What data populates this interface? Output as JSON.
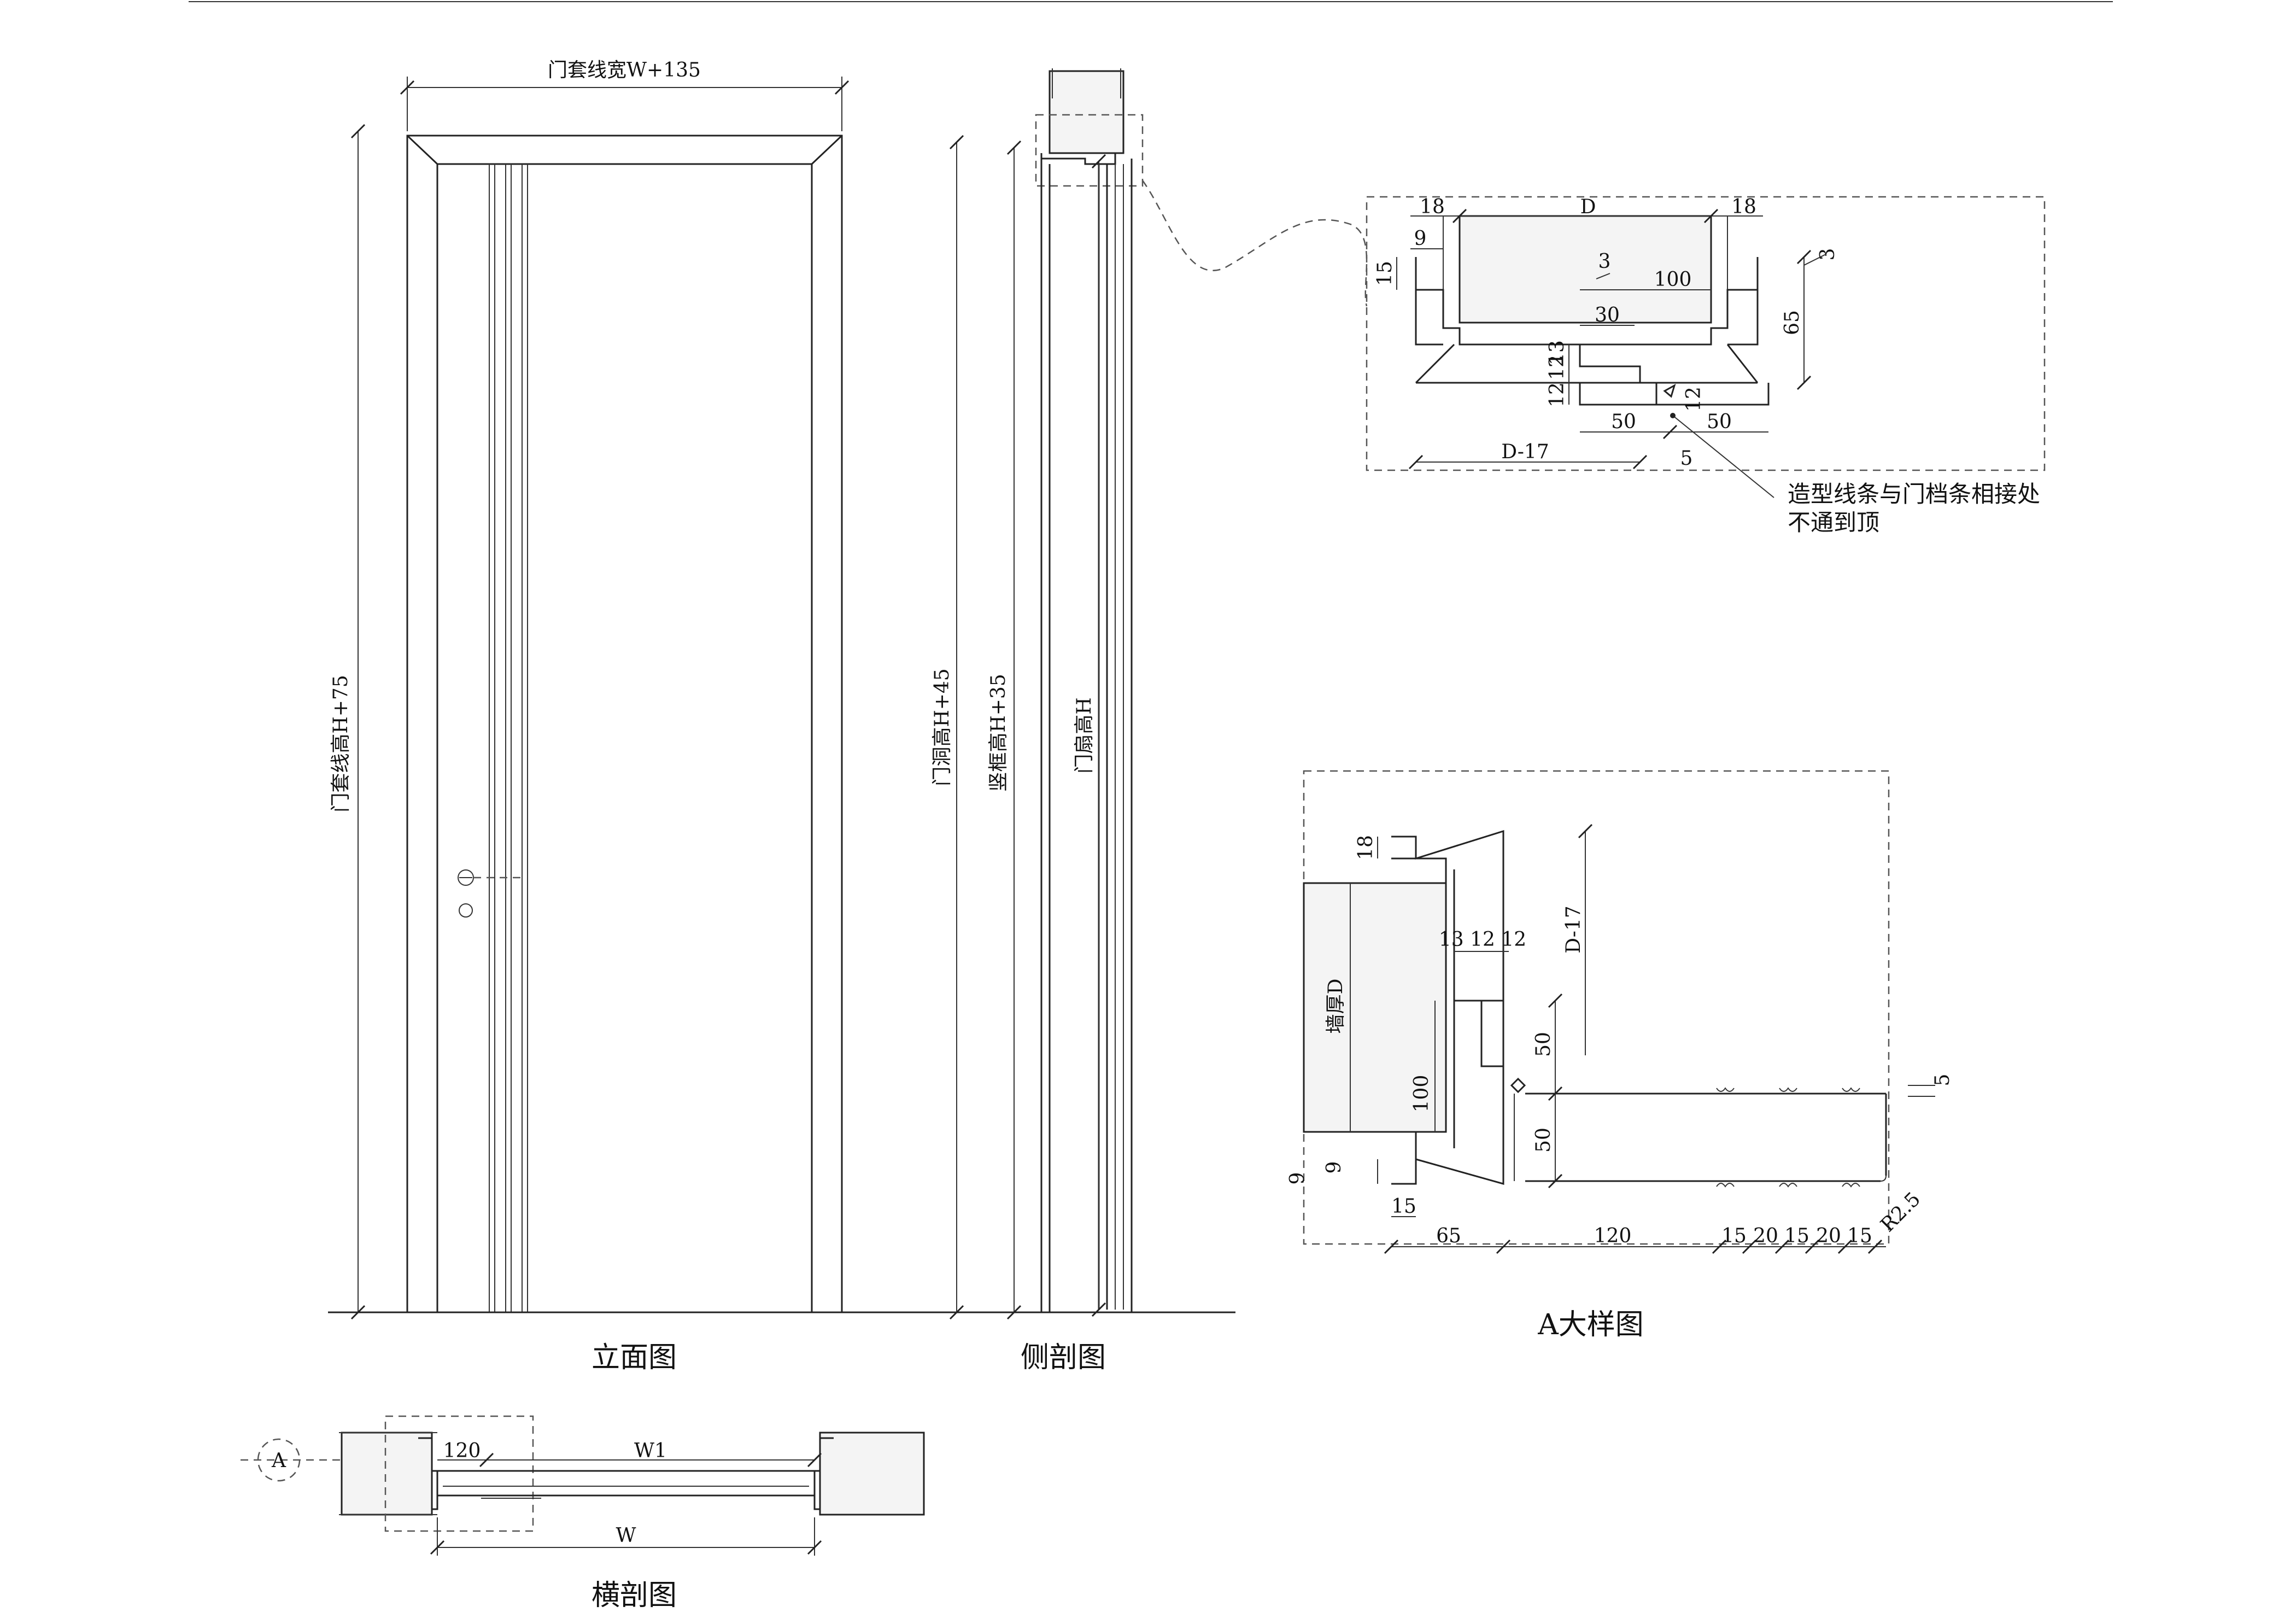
{
  "views": {
    "elevation": {
      "title": "立面图",
      "width_label": "门套线宽W+135",
      "height_label": "门套线高H+75"
    },
    "side_section": {
      "title": "侧剖图",
      "opening_height_label": "门洞高H+45",
      "frame_height_label": "竖框高H+35",
      "leaf_height_label": "门扇高H"
    },
    "cross_section": {
      "title": "横剖图",
      "callout": "A",
      "dim_120": "120",
      "dim_w1": "W1",
      "dim_w": "W"
    },
    "top_detail": {
      "dims": {
        "d18_left": "18",
        "d_D": "D",
        "d18_right": "18",
        "d9": "9",
        "d15": "15",
        "d3_left": "3",
        "d100": "100",
        "d30": "30",
        "d3_right": "3",
        "d65": "65",
        "d13": "13",
        "d12a": "12",
        "d12b": "12",
        "d12c": "12",
        "d50_left": "50",
        "d50_right": "50",
        "dD17": "D-17",
        "d5": "5"
      },
      "note_line1": "造型线条与门档条相接处",
      "note_line2": "不通到顶"
    },
    "detail_a": {
      "title": "A大样图",
      "dims": {
        "d18": "18",
        "d131212": "13 12 12",
        "dD17": "D-17",
        "wall": "墙厚D",
        "d50_top": "50",
        "d100": "100",
        "d50_bot": "50",
        "d9a": "9",
        "d9b": "9",
        "d15": "15",
        "d5": "5",
        "d65": "65",
        "d120": "120",
        "d15a": "15",
        "d20a": "20",
        "d15b": "15",
        "d20b": "20",
        "d15c": "15",
        "dR": "R2.5"
      }
    }
  }
}
